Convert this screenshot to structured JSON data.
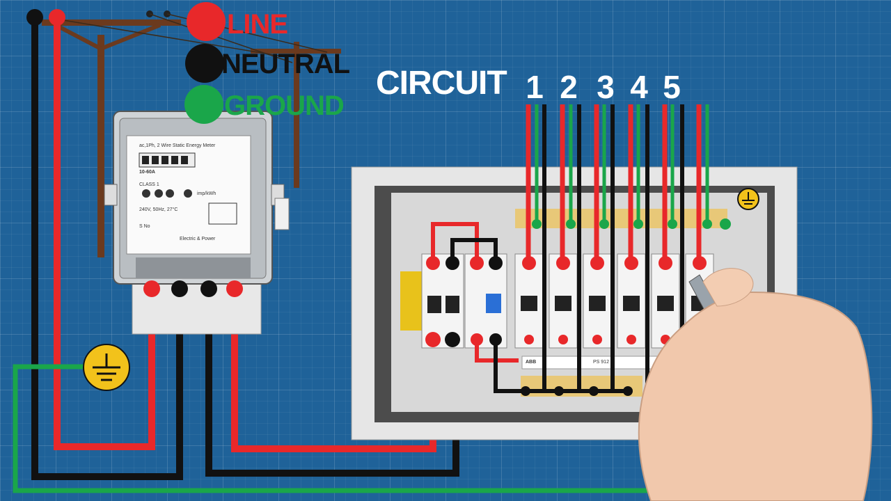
{
  "legend": {
    "line": "LINE",
    "neutral": "NEUTRAL",
    "ground": "GROUND"
  },
  "circuit": {
    "title": "CIRCUIT",
    "numbers": [
      "1",
      "2",
      "3",
      "4",
      "5"
    ]
  },
  "meter": {
    "header": "ac,1Ph, 2 Wire Static Energy Meter",
    "rating": "10-60A",
    "class_label": "CLASS 1",
    "spec": "240V, 50Hz, 27°C",
    "brand": "Electric & Power",
    "serial_label": "S No",
    "pulse_label": "imp/kWh"
  },
  "panel": {
    "breaker_brand": "ABB",
    "busbar_label": "PS 912"
  },
  "colors": {
    "line": "#e8282a",
    "neutral": "#111111",
    "ground": "#1aa64a",
    "background": "#1f6299",
    "ground_symbol": "#f2c21b"
  }
}
